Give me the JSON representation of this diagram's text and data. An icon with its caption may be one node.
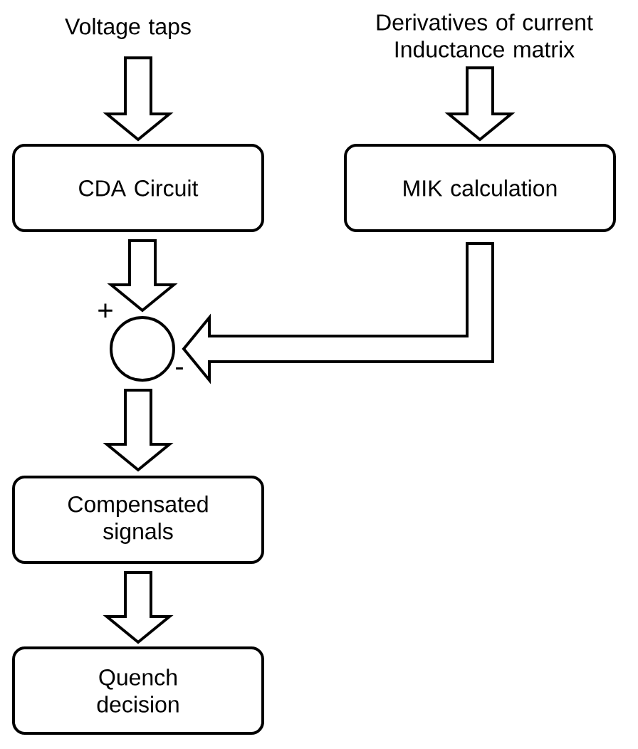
{
  "diagram": {
    "nodes": [
      {
        "text": [
          "Voltage taps"
        ]
      },
      {
        "text": [
          "Derivatives of current Inductance matrix"
        ]
      },
      {
        "text": [
          "CDA Circuit"
        ]
      },
      {
        "text": [
          "MIK calculation"
        ]
      },
      {
        "text": [],
        "shape": "circle",
        "beside": [
          "+",
          "-"
        ]
      },
      {
        "text": [
          "Compensated signals"
        ]
      },
      {
        "text": [
          "Quench decision"
        ]
      }
    ],
    "edges": [
      {
        "from": 0,
        "to": 2,
        "arrow": "to"
      },
      {
        "from": 1,
        "to": 3,
        "arrow": "to"
      },
      {
        "from": 2,
        "to": 4,
        "arrow": "to"
      },
      {
        "from": 3,
        "to": 4,
        "arrow": "to"
      },
      {
        "from": 4,
        "to": 5,
        "arrow": "to"
      },
      {
        "from": 5,
        "to": 6,
        "arrow": "to"
      }
    ]
  }
}
